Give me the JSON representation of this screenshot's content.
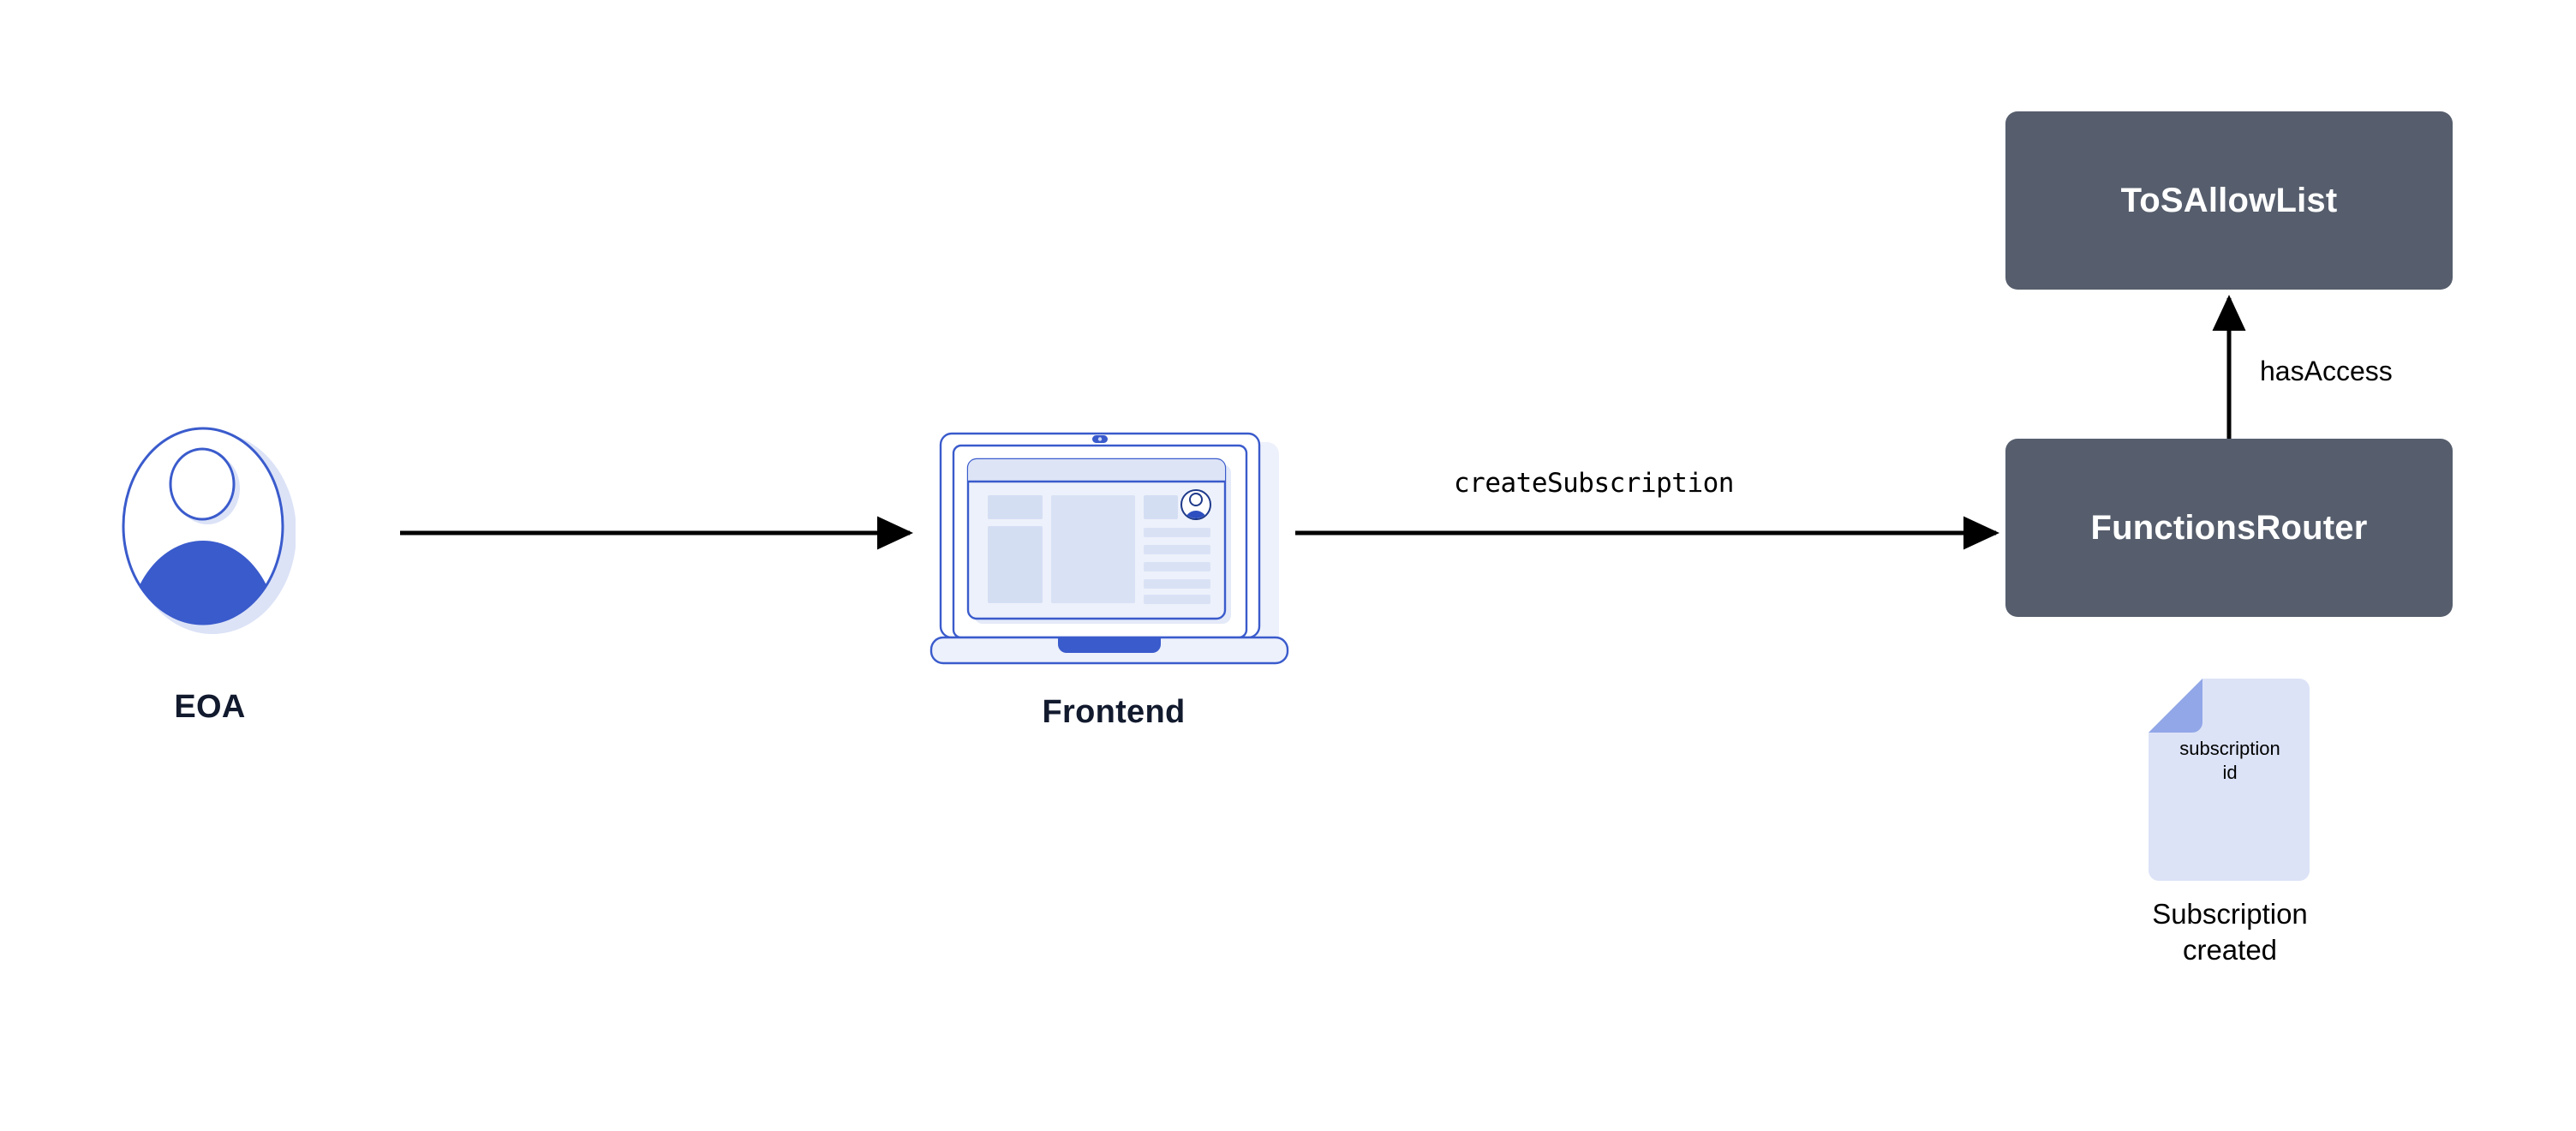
{
  "diagram": {
    "background_color": "#ffffff",
    "nodes": {
      "eoa": {
        "label": "EOA",
        "icon": "user-avatar-icon",
        "accent_color": "#3A5BCC",
        "shadow_color": "#DCE3F7"
      },
      "frontend": {
        "label": "Frontend",
        "icon": "laptop-icon",
        "accent_color": "#3A5BCC",
        "screen_color": "#EDF1FB"
      },
      "tos_allowlist": {
        "label": "ToSAllowList",
        "box_color": "#565E6D",
        "text_color": "#ffffff"
      },
      "functions_router": {
        "label": "FunctionsRouter",
        "box_color": "#565E6D",
        "text_color": "#ffffff"
      },
      "subscription_doc": {
        "inner_text_line1": "subscription",
        "inner_text_line2": "id",
        "caption_line1": "Subscription",
        "caption_line2": "created",
        "body_color": "#DCE3F7",
        "fold_color": "#92A7E8",
        "icon": "document-icon"
      }
    },
    "edges": [
      {
        "id": "eoa-to-frontend",
        "from": "eoa",
        "to": "frontend",
        "label": "",
        "color": "#000000",
        "direction": "right"
      },
      {
        "id": "frontend-to-functions-router",
        "from": "frontend",
        "to": "functions_router",
        "label": "createSubscription",
        "color": "#000000",
        "direction": "right"
      },
      {
        "id": "functions-router-to-tos-allowlist",
        "from": "functions_router",
        "to": "tos_allowlist",
        "label": "hasAccess",
        "color": "#000000",
        "direction": "up"
      }
    ]
  }
}
